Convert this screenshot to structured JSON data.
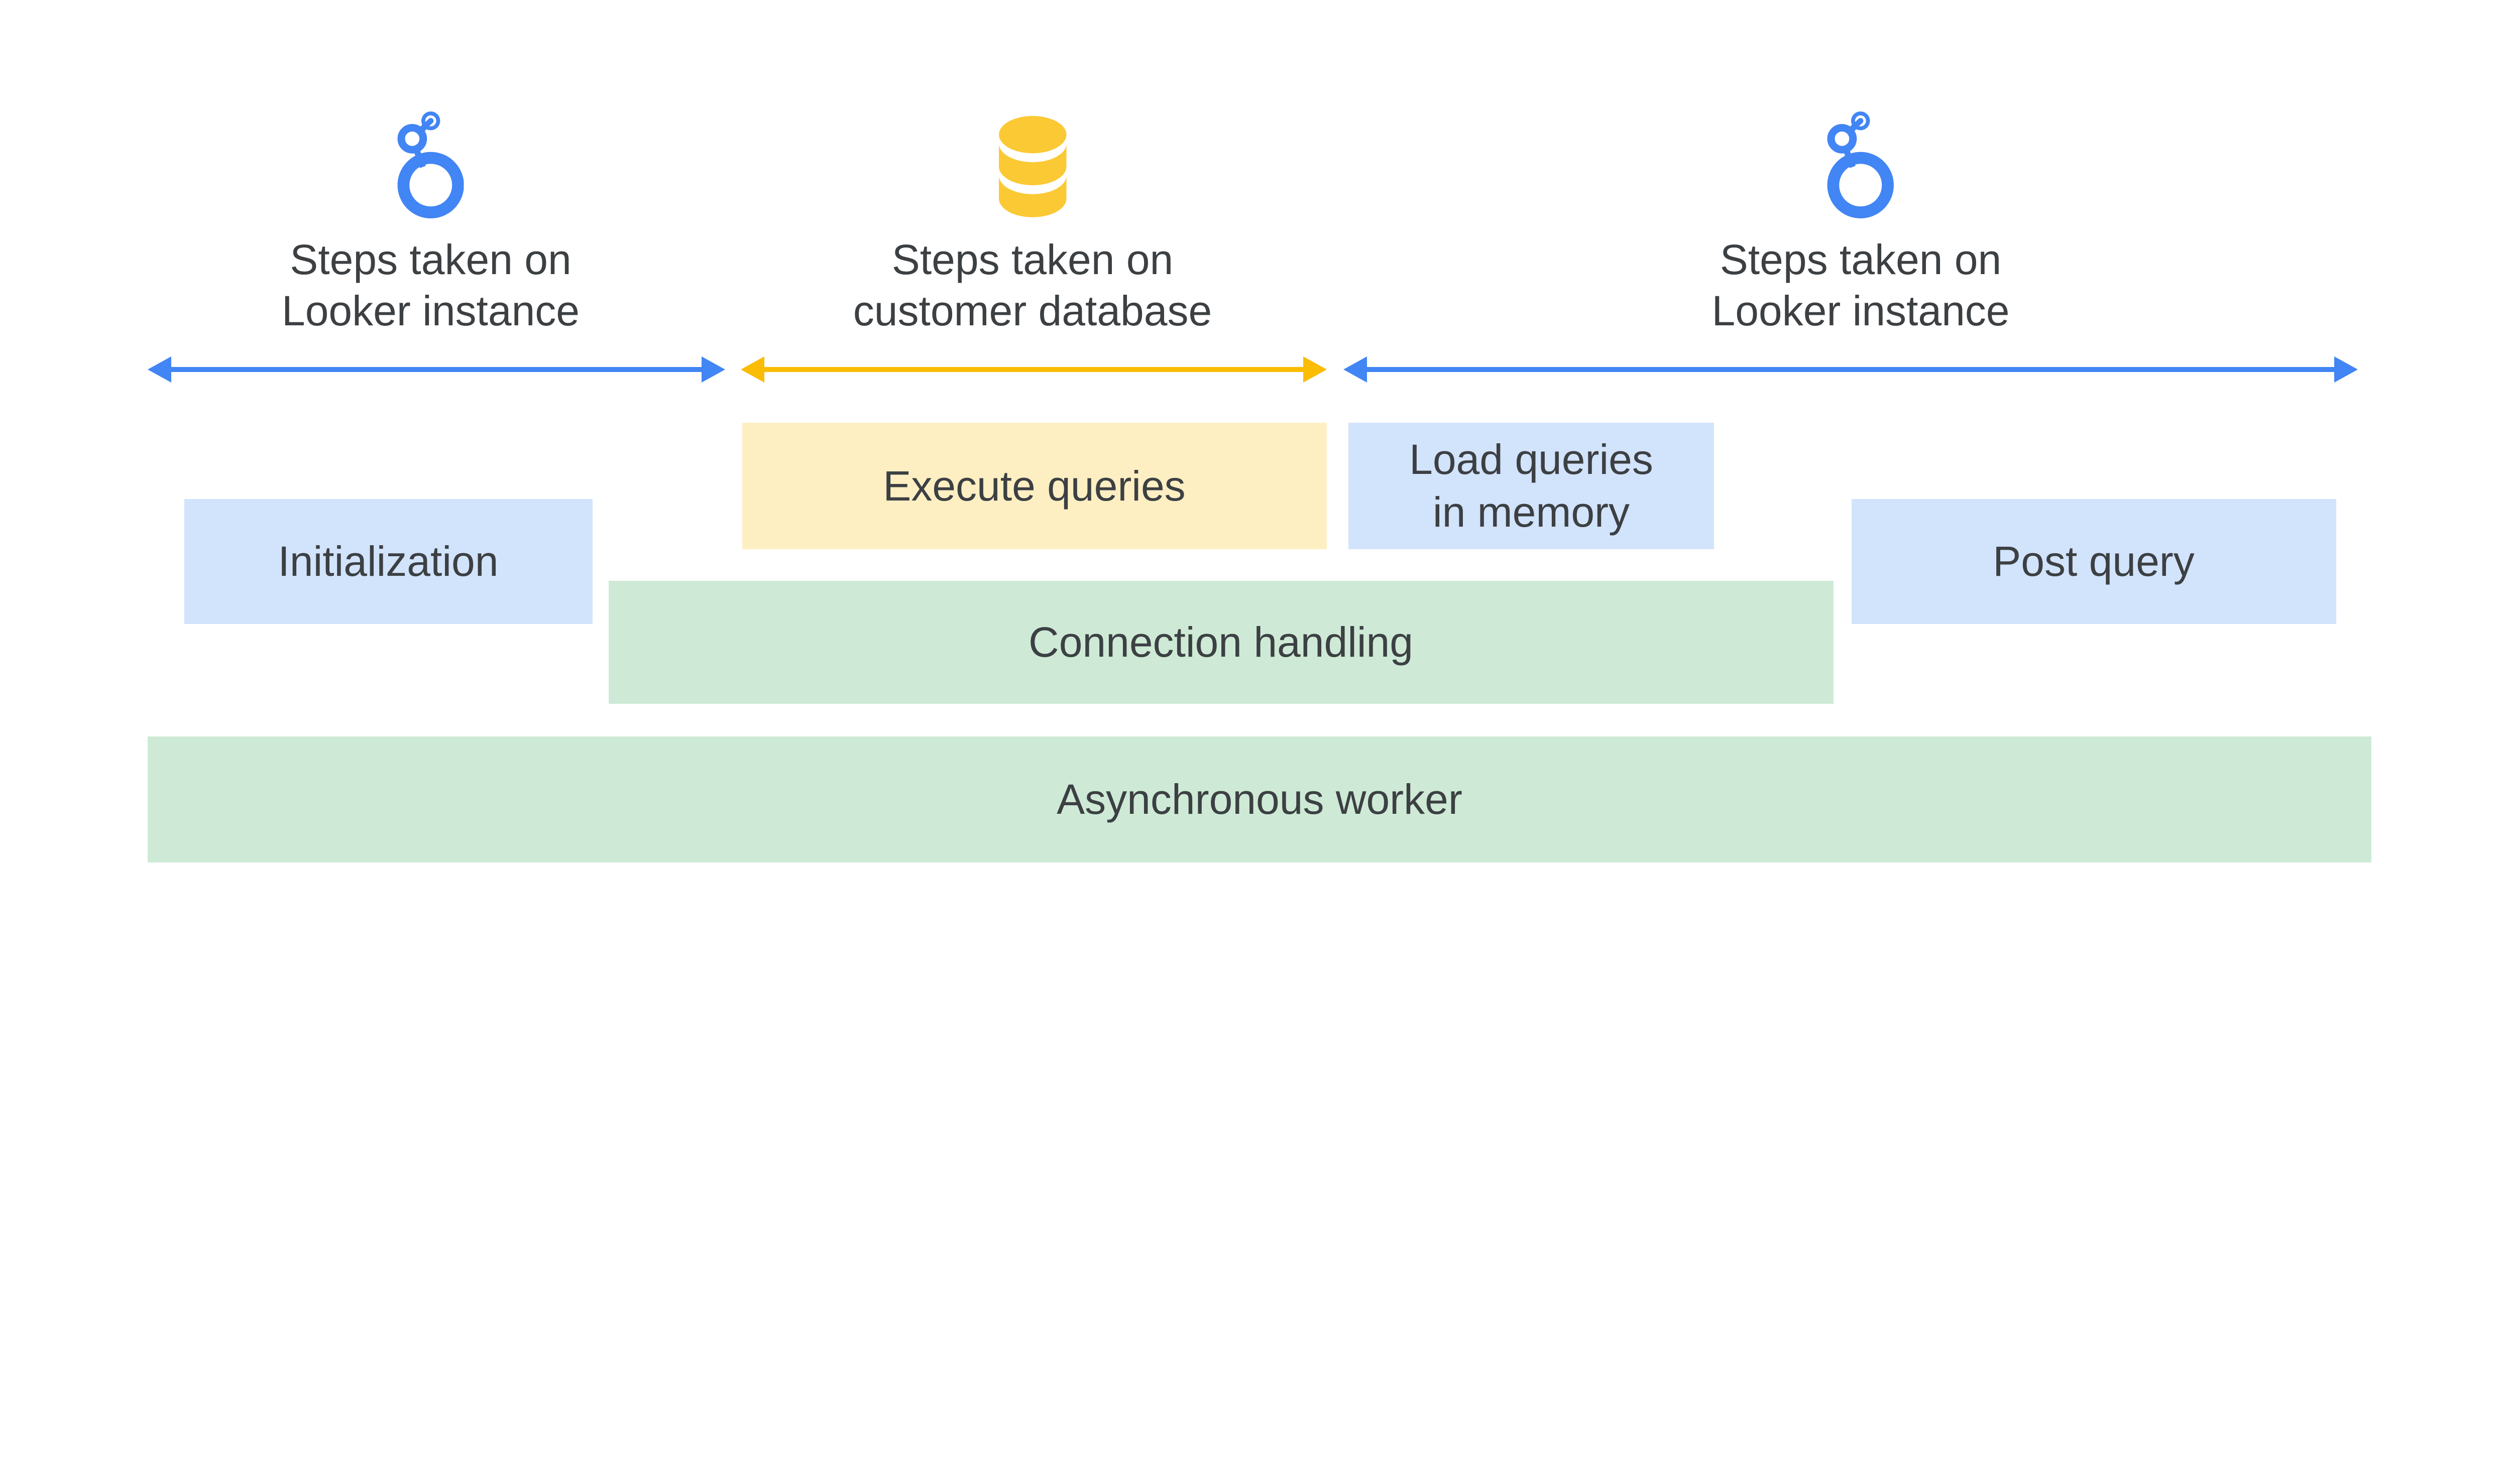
{
  "diagram": {
    "description": "Looker query execution flow diagram",
    "background": "#FFFFFF"
  },
  "colors": {
    "blue_accent": "#4285F4",
    "yellow_accent": "#FBBC04",
    "database_icon_yellow": "#FBC934",
    "light_blue_box": "#D2E3FC",
    "light_yellow_box": "#FEEFC3",
    "light_green_box": "#CEEAD6",
    "text": "#3C4043"
  },
  "sections": [
    {
      "icon": "looker-logo-icon",
      "label_line1": "Steps taken on",
      "label_line2": "Looker instance",
      "arrow_color": "#4285F4"
    },
    {
      "icon": "database-icon",
      "label_line1": "Steps taken on",
      "label_line2": "customer database",
      "arrow_color": "#FBBC04"
    },
    {
      "icon": "looker-logo-icon",
      "label_line1": "Steps taken on",
      "label_line2": "Looker instance",
      "arrow_color": "#4285F4"
    }
  ],
  "boxes": [
    {
      "label": "Execute queries",
      "fill": "#FEEFC3"
    },
    {
      "label": "Load queries in memory",
      "fill": "#D2E3FC"
    },
    {
      "label": "Initialization",
      "fill": "#D2E3FC"
    },
    {
      "label": "Post query",
      "fill": "#D2E3FC"
    },
    {
      "label": "Connection handling",
      "fill": "#CEEAD6"
    },
    {
      "label": "Asynchronous worker",
      "fill": "#CEEAD6"
    }
  ]
}
